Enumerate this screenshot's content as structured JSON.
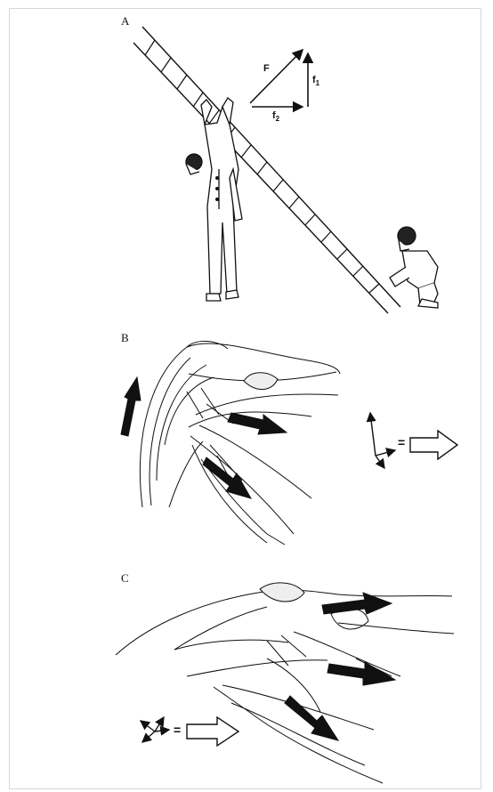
{
  "panels": [
    {
      "label": "A"
    },
    {
      "label": "B"
    },
    {
      "label": "C"
    }
  ],
  "vector_diagram": {
    "F": "F",
    "f1_main": "f",
    "f1_sub": "1",
    "f2_main": "f",
    "f2_sub": "2"
  },
  "equals_sign": "="
}
